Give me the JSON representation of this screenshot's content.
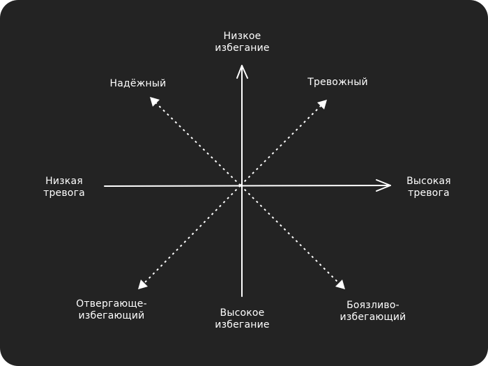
{
  "background_color": "#232323",
  "line_color": "#ffffff",
  "axes": {
    "top": {
      "line1": "Низкое",
      "line2": "избегание"
    },
    "bottom": {
      "line1": "Высокое",
      "line2": "избегание"
    },
    "left": {
      "line1": "Низкая",
      "line2": "тревога"
    },
    "right": {
      "line1": "Высокая",
      "line2": "тревога"
    }
  },
  "styles": {
    "top_left": {
      "line1": "Надёжный"
    },
    "top_right": {
      "line1": "Тревожный"
    },
    "bottom_left": {
      "line1": "Отвергающе-",
      "line2": "избегающий"
    },
    "bottom_right": {
      "line1": "Боязливо-",
      "line2": "избегающий"
    }
  }
}
